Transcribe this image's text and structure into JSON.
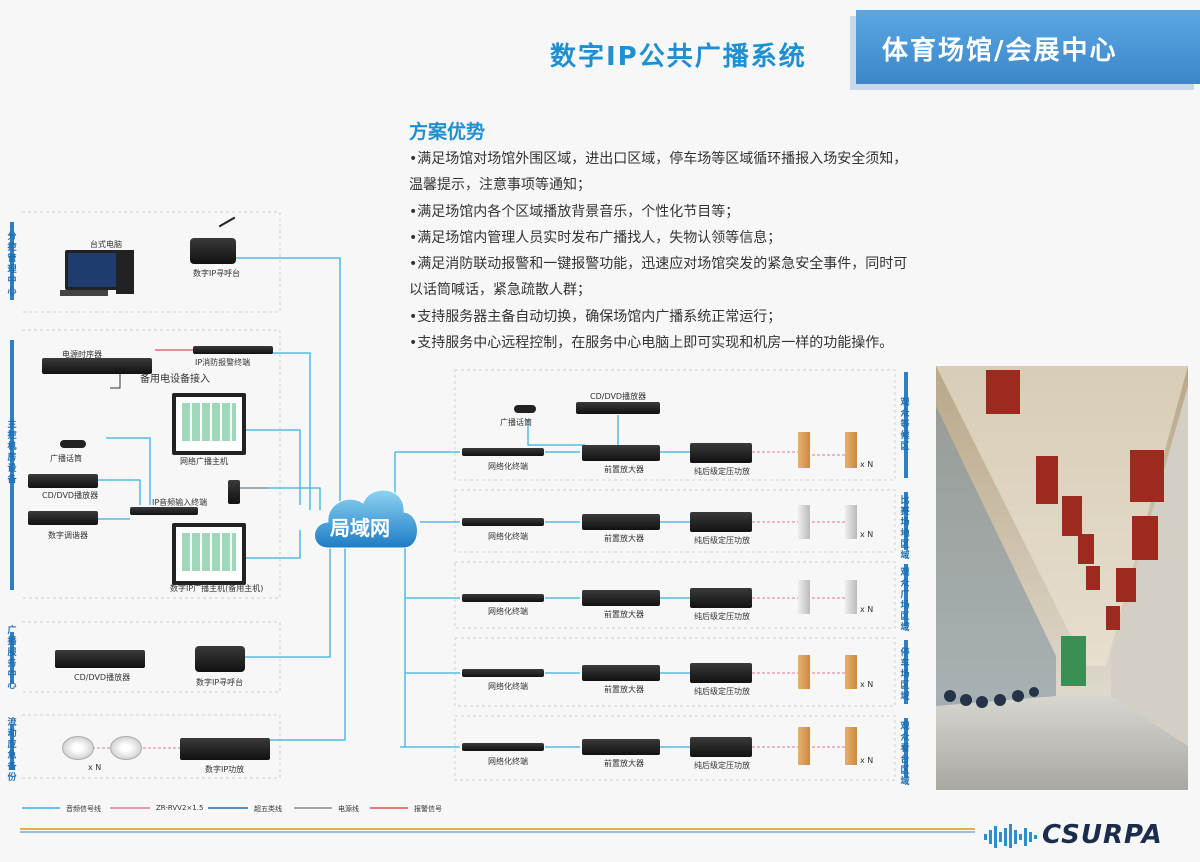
{
  "header": {
    "title": "数字IP公共广播系统",
    "subtitle": "体育场馆/会展中心"
  },
  "advantages": {
    "heading": "方案优势",
    "items": [
      "•满足场馆对场馆外围区域，进出口区域，停车场等区域循环播报入场安全须知，",
      "温馨提示，注意事项等通知；",
      "•满足场馆内各个区域播放背景音乐，个性化节目等；",
      "•满足场馆内管理人员实时发布广播找人，失物认领等信息；",
      "•满足消防联动报警和一键报警功能，迅速应对场馆突发的紧急安全事件，同时可",
      "以话筒喊话，紧急疏散人群；",
      "•支持服务器主备自动切换，确保场馆内广播系统正常运行；",
      "•支持服务中心远程控制，在服务中心电脑上即可实现和机房一样的功能操作。"
    ]
  },
  "groups": {
    "branch_center": "分控管理中心",
    "main_room": "主控机房设备",
    "service_center": "广播服务中心",
    "mobile_gear": "流动应急备份"
  },
  "devices": {
    "desktop_pc": "台式电脑",
    "ip_paging_1": "数字IP寻呼台",
    "power_sequencer": "电源时序器",
    "fire_terminal": "IP消防报警终端",
    "backup_in": "备用电设备接入",
    "mic": "广播话筒",
    "main_host": "网络广播主机",
    "dvd_1": "CD/DVD播放器",
    "ip_audio_in": "IP音频输入终端",
    "tuner": "数字调谐器",
    "backup_host": "数字IP广播主机(备用主机)",
    "dvd_2": "CD/DVD播放器",
    "ip_paging_2": "数字IP寻呼台",
    "speaker_count": "x N",
    "ip_amp": "数字IP功放",
    "lan": "局域网"
  },
  "zones": {
    "labels": [
      "观众等候区",
      "比赛场地区域",
      "观众广场区域",
      "停车场区域",
      "观众看台区域"
    ],
    "mic": "广播话筒",
    "dvd": "CD/DVD播放器",
    "net_terminal": "网络化终端",
    "preamp": "前置放大器",
    "power_amp": "纯后级定压功放",
    "count": "x N"
  },
  "legend": {
    "items": [
      {
        "label": "音频信号线",
        "color": "#3ab0e0"
      },
      {
        "label": "ZR-RVV2×1.5",
        "color": "#e07a9a"
      },
      {
        "label": "超五类线",
        "color": "#1f6fb0"
      },
      {
        "label": "电源线",
        "color": "#888888"
      },
      {
        "label": "报警信号",
        "color": "#e05050"
      }
    ]
  },
  "logo": {
    "text": "CSURPA"
  },
  "colors": {
    "accent": "#1f8fcf",
    "header_box": "#3d86c9",
    "wire": "#3ab0e0"
  }
}
